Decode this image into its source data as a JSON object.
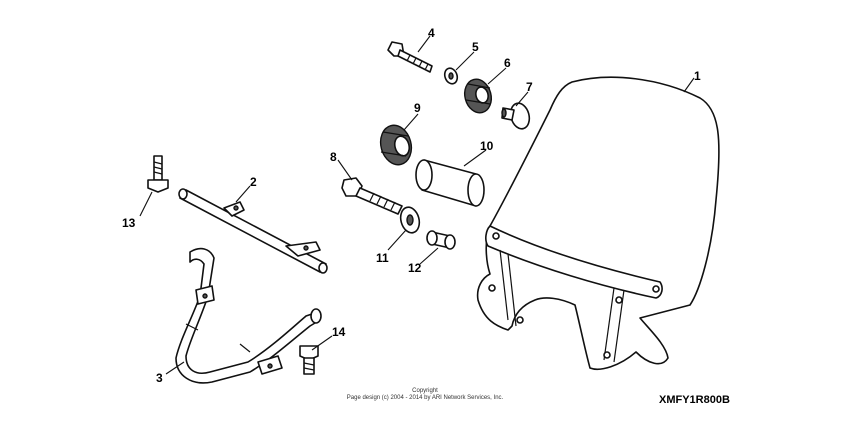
{
  "callouts": [
    "1",
    "2",
    "3",
    "4",
    "5",
    "6",
    "7",
    "8",
    "9",
    "10",
    "11",
    "12",
    "13",
    "14"
  ],
  "footer": {
    "copyright_line1": "Copyright",
    "copyright_line2": "Page design (c) 2004 - 2014 by ARI Network Services, Inc.",
    "diagram_code": "XMFY1R800B"
  }
}
